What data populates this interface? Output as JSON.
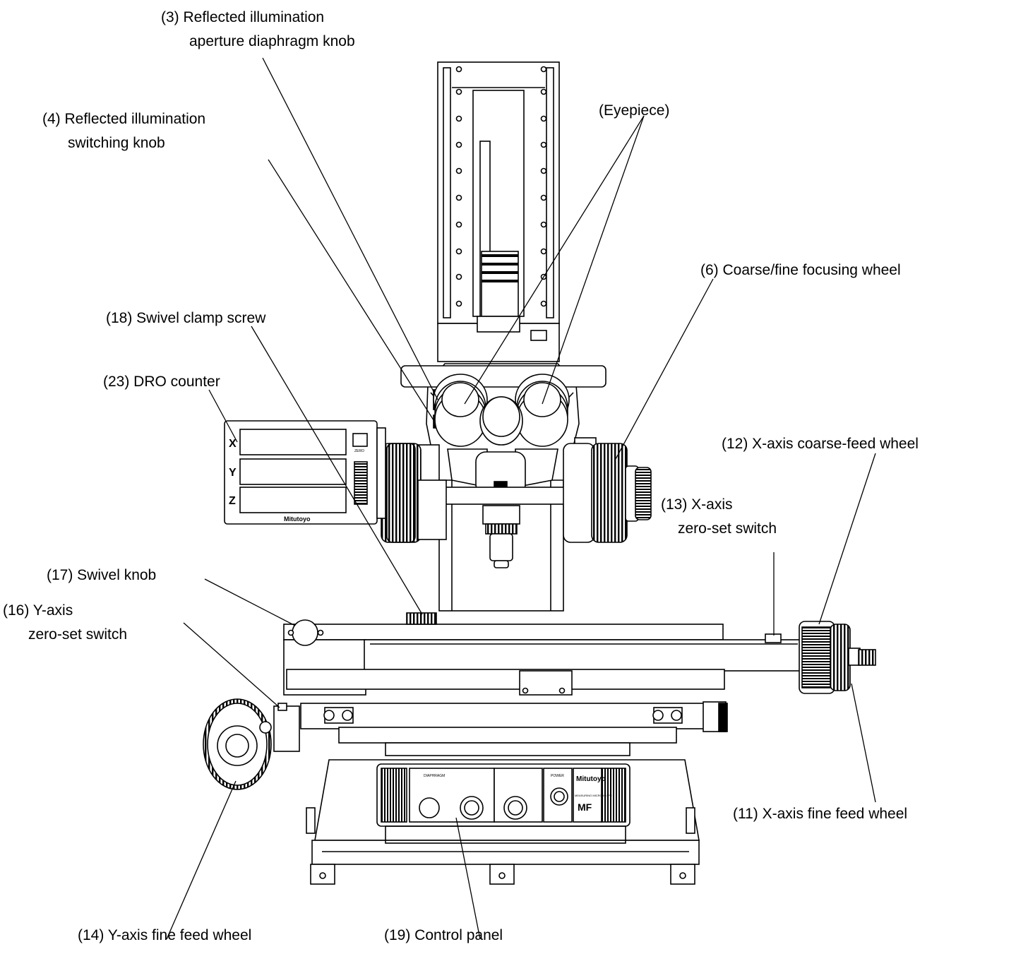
{
  "colors": {
    "ink": "#000000",
    "paper": "#ffffff",
    "shade": "#d9d9d9"
  },
  "labels": {
    "l3": {
      "line1": "(3) Reflected illumination",
      "line2": "aperture diaphragm knob"
    },
    "l4": {
      "line1": "(4) Reflected illumination",
      "line2": "switching knob"
    },
    "eyepiece": "(Eyepiece)",
    "l6": "(6) Coarse/fine focusing wheel",
    "l18": "(18) Swivel clamp screw",
    "l23": "(23) DRO counter",
    "l12": "(12) X-axis coarse-feed wheel",
    "l13": {
      "line1": "(13) X-axis",
      "line2": "zero-set switch"
    },
    "l17": "(17) Swivel knob",
    "l16": {
      "line1": "(16) Y-axis",
      "line2": "zero-set switch"
    },
    "l11": "(11) X-axis fine feed wheel",
    "l14": "(14) Y-axis fine feed wheel",
    "l19": "(19) Control panel"
  },
  "dro": {
    "axes": [
      "X",
      "Y",
      "Z"
    ],
    "brand": "Mitutoyo",
    "zero_label": "ZERO"
  },
  "panel": {
    "brand": "Mitutoyo",
    "model": "MF",
    "sub": "MEASURING MICROSCOPE",
    "diaphragm_label": "DIAPHRAGM",
    "power_label": "POWER"
  }
}
